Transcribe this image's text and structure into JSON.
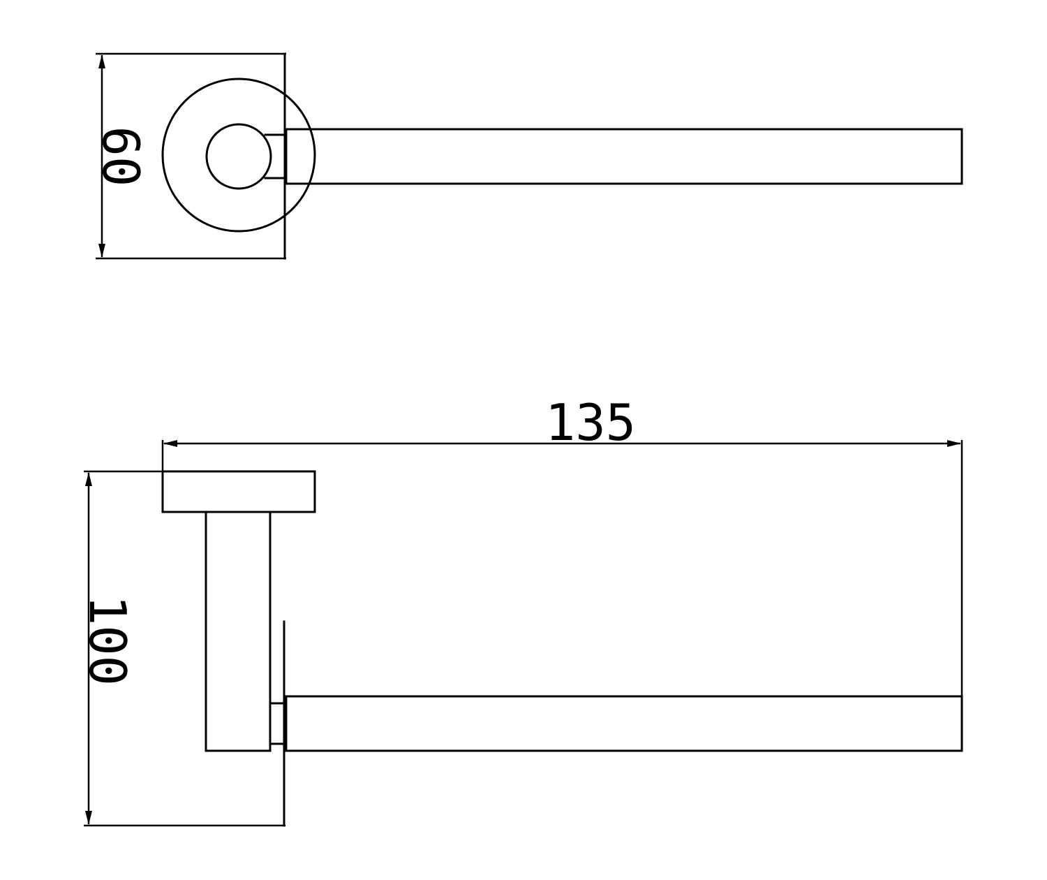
{
  "dimensions": {
    "top_view_height": "60",
    "side_view_length": "135",
    "side_view_height": "100"
  },
  "colors": {
    "line": "#000000",
    "background": "#ffffff"
  }
}
